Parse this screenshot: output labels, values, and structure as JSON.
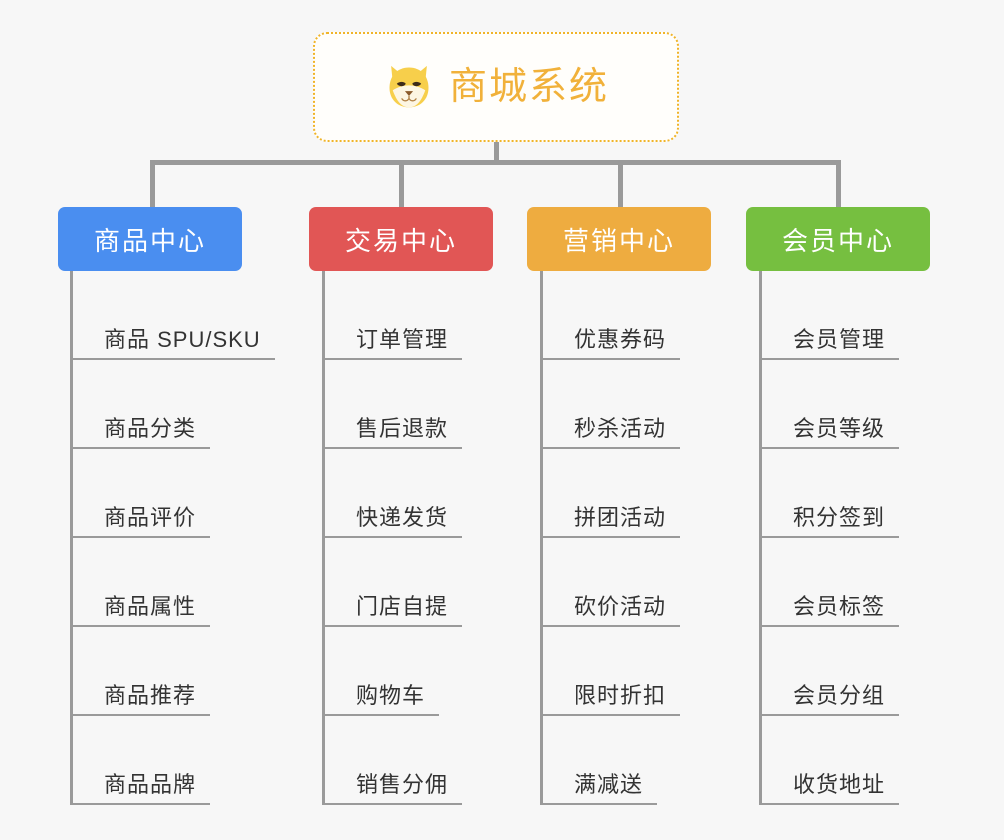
{
  "root": {
    "title": "商城系统",
    "icon": "shiba-dog-icon",
    "border_color": "#f0b429",
    "title_color": "#f1b13a"
  },
  "connector_color": "#9a9a9a",
  "background_color": "#f7f7f7",
  "columns": [
    {
      "title": "商品中心",
      "color": "#4a8ef0",
      "items": [
        "商品 SPU/SKU",
        "商品分类",
        "商品评价",
        "商品属性",
        "商品推荐",
        "商品品牌"
      ]
    },
    {
      "title": "交易中心",
      "color": "#e15655",
      "items": [
        "订单管理",
        "售后退款",
        "快递发货",
        "门店自提",
        "购物车",
        "销售分佣"
      ]
    },
    {
      "title": "营销中心",
      "color": "#eeac40",
      "items": [
        "优惠券码",
        "秒杀活动",
        "拼团活动",
        "砍价活动",
        "限时折扣",
        "满减送"
      ]
    },
    {
      "title": "会员中心",
      "color": "#76bf40",
      "items": [
        "会员管理",
        "会员等级",
        "积分签到",
        "会员标签",
        "会员分组",
        "收货地址"
      ]
    }
  ]
}
